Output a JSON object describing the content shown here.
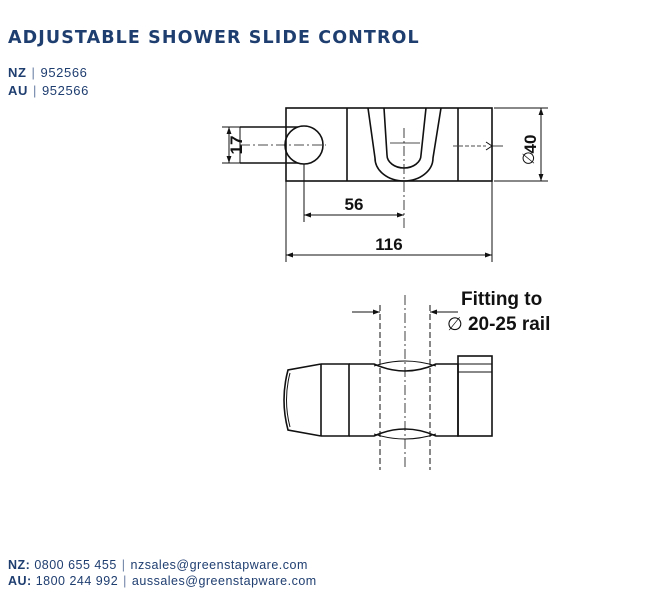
{
  "title": "ADJUSTABLE SHOWER SLIDE CONTROL",
  "codes": [
    {
      "region": "NZ",
      "code": "952566"
    },
    {
      "region": "AU",
      "code": "952566"
    }
  ],
  "dimensions": {
    "height_17": "17",
    "diameter_40": "40",
    "length_56": "56",
    "length_116": "116"
  },
  "fitting_note": {
    "line1": "Fitting to",
    "line2": "20-25 rail"
  },
  "footer": [
    {
      "region": "NZ:",
      "phone": "0800 655 455",
      "email": "nzsales@greenstapware.com"
    },
    {
      "region": "AU:",
      "phone": "1800 244 992",
      "email": "aussales@greenstapware.com"
    }
  ]
}
